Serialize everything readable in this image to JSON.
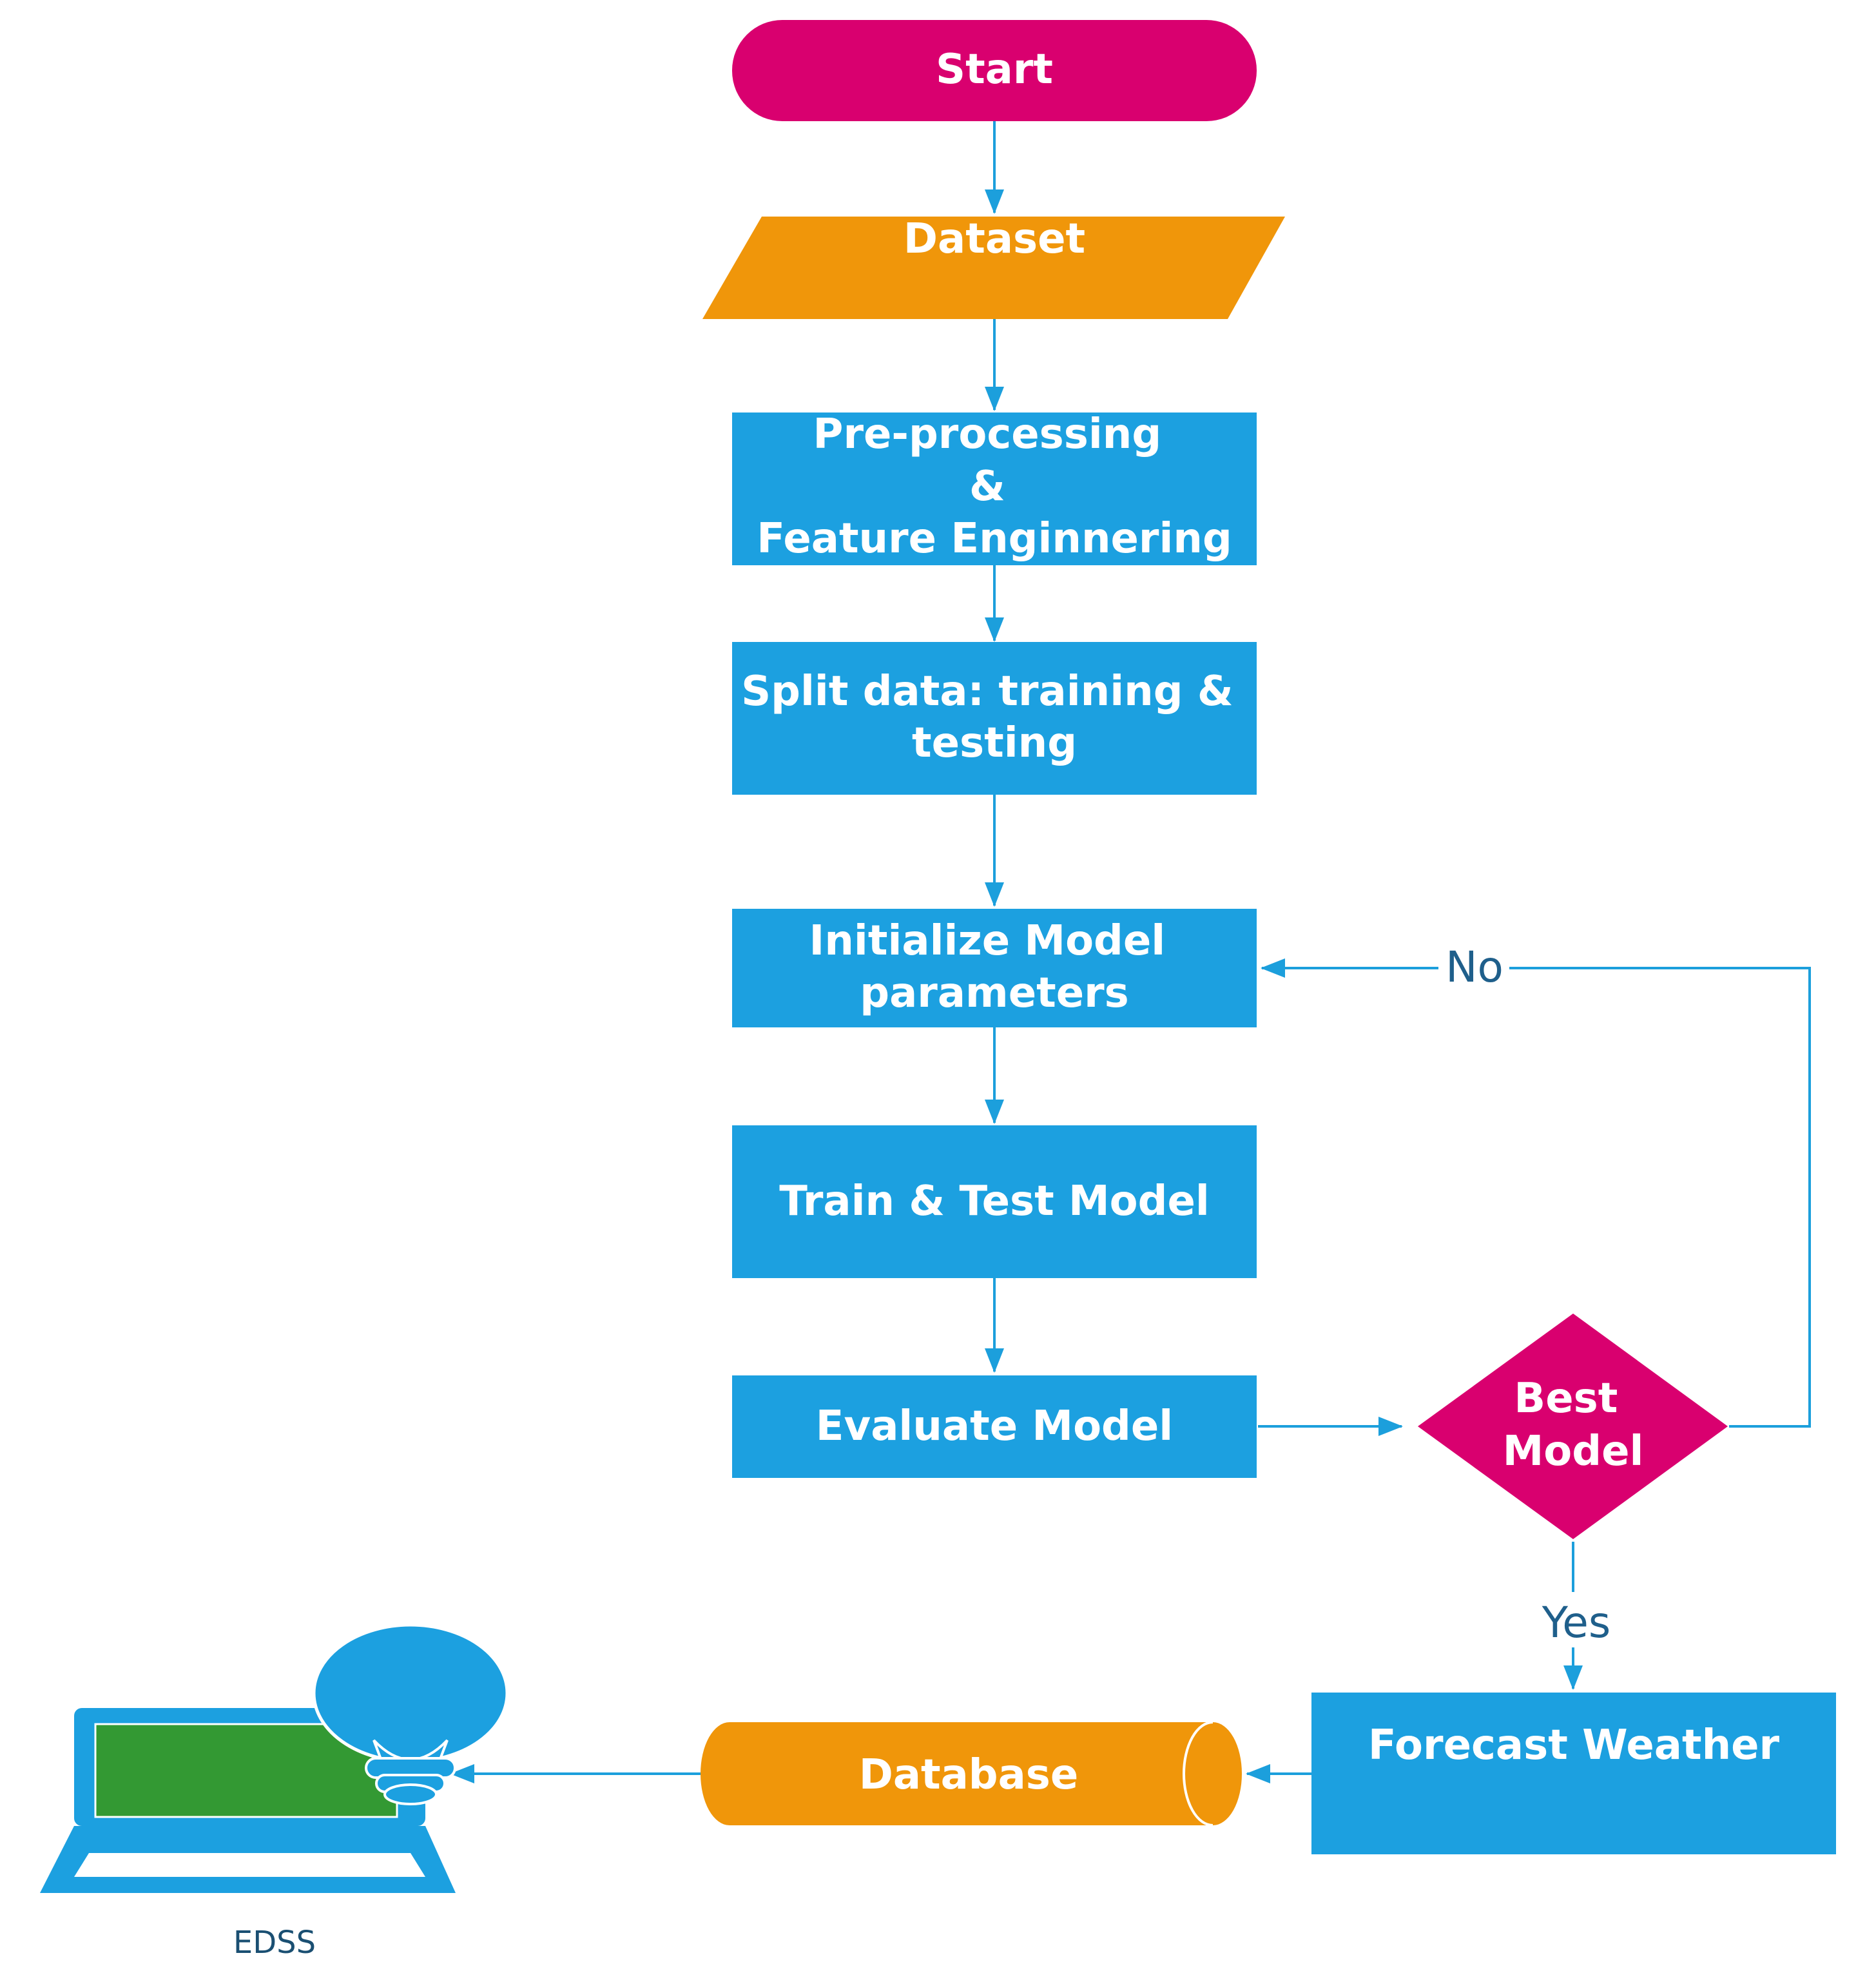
{
  "nodes": {
    "start": "Start",
    "dataset": "Dataset",
    "preprocessing": [
      "Pre-processing",
      "&",
      "Feature Enginnering"
    ],
    "split": [
      "Split data: training &",
      "testing"
    ],
    "initialize": [
      "Initialize Model",
      "parameters"
    ],
    "train_test": "Train & Test Model",
    "evaluate": "Evaluate Model",
    "best_model": [
      "Best",
      "Model"
    ],
    "forecast": "Forecast Weather",
    "database": "Database"
  },
  "edges": {
    "no": "No",
    "yes": "Yes"
  },
  "edss": {
    "label": "EDSS",
    "icon": "laptop-lightbulb-icon"
  },
  "colors": {
    "terminal": "#d9006f",
    "decision": "#d9006f",
    "data": "#f0960a",
    "process": "#1ca0e0",
    "line": "#1c9fdc",
    "screen": "#339933",
    "edge_text": "#1f5f8b"
  }
}
